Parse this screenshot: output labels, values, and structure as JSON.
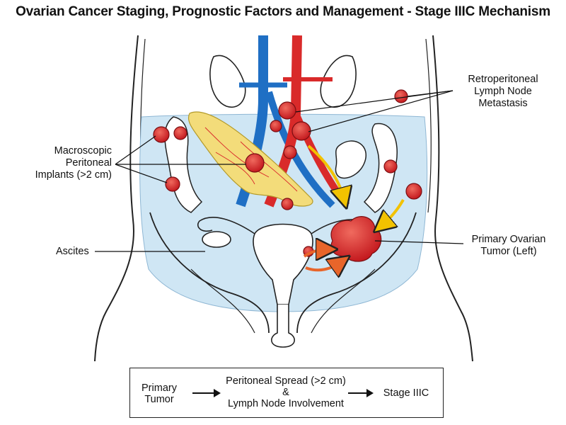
{
  "title": "Ovarian Cancer Staging, Prognostic Factors and Management - Stage IIIC Mechanism",
  "labels": {
    "retroperitoneal": [
      "Retroperitoneal",
      "Lymph Node",
      "Metastasis"
    ],
    "macroscopic": [
      "Macroscopic",
      "Peritoneal",
      "Implants (>2 cm)"
    ],
    "ascites": "Ascites",
    "primary_tumor": [
      "Primary Ovarian",
      "Tumor (Left)"
    ]
  },
  "flow": {
    "step1": [
      "Primary",
      "Tumor"
    ],
    "step2_line1": "Peritoneal Spread (>2 cm)",
    "step2_amp": "&",
    "step2_line2": "Lymph Node Involvement",
    "step3": "Stage IIIC"
  },
  "colors": {
    "tumor": "#d9262a",
    "vein": "#1f6fc4",
    "artery": "#d92a2a",
    "ascites": "#cfe6f4",
    "omentum": "#f3dc7a",
    "spread_arrow_yellow": "#f2c200",
    "spread_arrow_orange": "#e8652a"
  }
}
